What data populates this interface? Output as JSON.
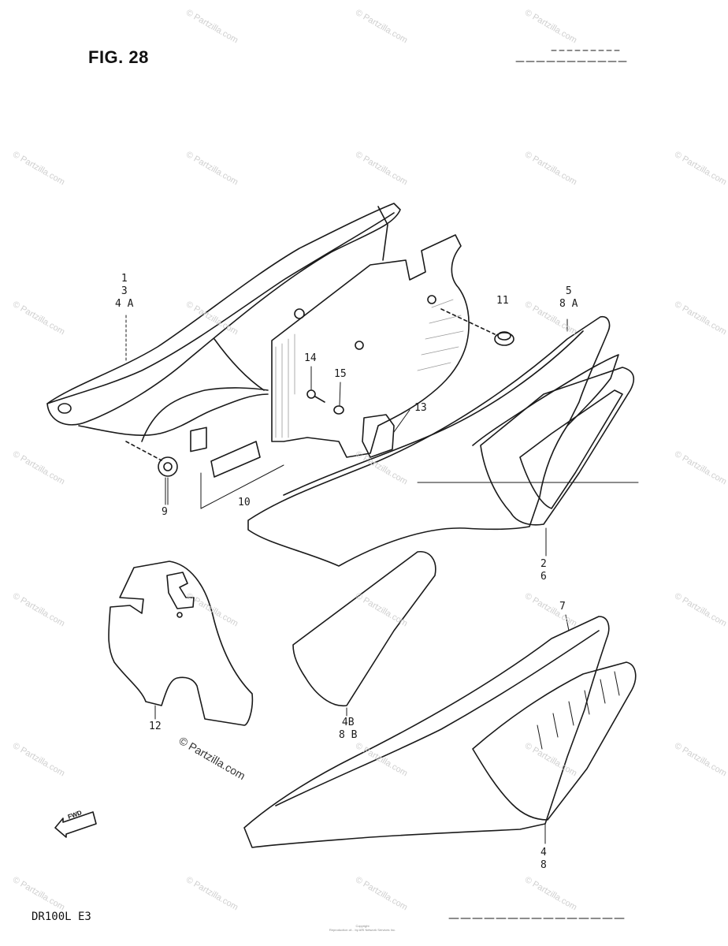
{
  "figure": {
    "title": "FIG. 28"
  },
  "footer": {
    "model_code": "DR100L E3",
    "copyright_fine_1": "Copyright",
    "copyright_fine_2": "Reproduction of... by ARI Network Services Inc."
  },
  "copyright_mark": "© Partzilla.com",
  "watermark_text": "© Partzilla.com",
  "fwd_arrow_label": "FWD",
  "callouts": {
    "c_1_3_4a": [
      "1",
      "3",
      "4 A"
    ],
    "c_5_8a": [
      "5",
      "8 A"
    ],
    "c_11": [
      "11"
    ],
    "c_14": [
      "14"
    ],
    "c_15": [
      "15"
    ],
    "c_13": [
      "13"
    ],
    "c_9": [
      "9"
    ],
    "c_10": [
      "10"
    ],
    "c_2_6": [
      "2",
      "6"
    ],
    "c_12": [
      "12"
    ],
    "c_4b_8b": [
      "4B",
      "8 B"
    ],
    "c_7": [
      "7"
    ],
    "c_4_8": [
      "4",
      "8"
    ]
  },
  "colors": {
    "line": "#1a1a1a",
    "hatch": "#9a9a9a",
    "watermark": "#cfcfcf"
  }
}
